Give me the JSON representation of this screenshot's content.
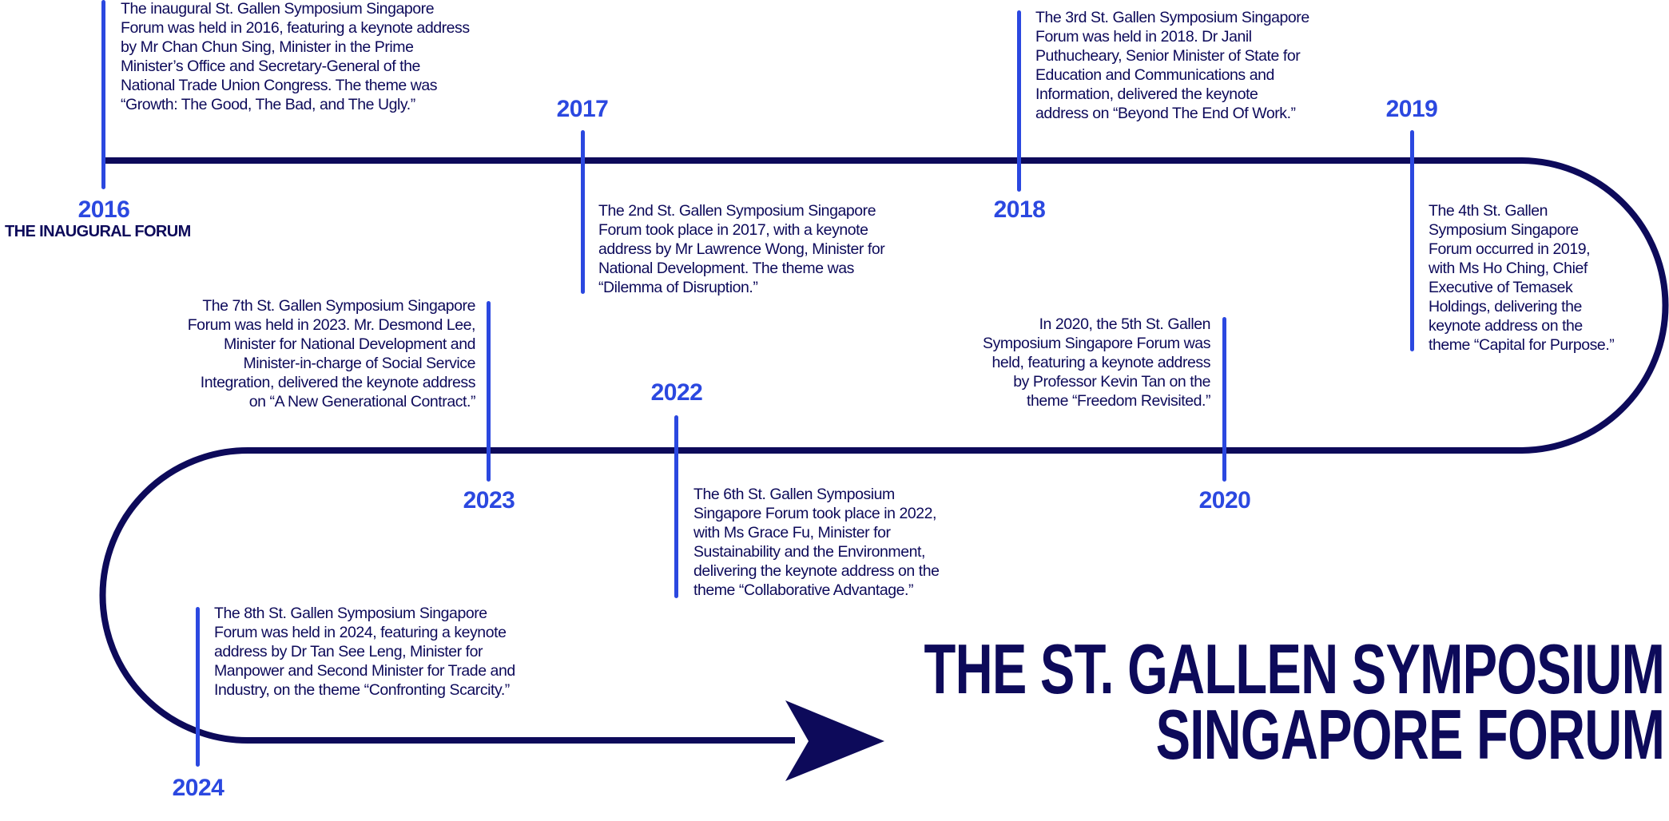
{
  "title": {
    "lines": [
      "THE ST. GALLEN SYMPOSIUM",
      "SINGAPORE FORUM"
    ]
  },
  "colors": {
    "navy": "#0d0a5a",
    "blue": "#2b48e0"
  },
  "events": [
    {
      "year": "2016",
      "subtitle": "THE INAUGURAL FORUM",
      "lines": [
        "The inaugural St. Gallen Symposium Singapore",
        "Forum was held in 2016, featuring a keynote address",
        "by Mr Chan Chun Sing, Minister in the Prime",
        "Minister’s Office and Secretary-General of the",
        "National Trade Union Congress. The theme was",
        "“Growth: The Good, The Bad, and The Ugly.”"
      ]
    },
    {
      "year": "2017",
      "lines": [
        "The 2nd St. Gallen Symposium Singapore",
        "Forum took place in 2017, with a keynote",
        "address by Mr Lawrence Wong, Minister for",
        "National Development. The theme was",
        "“Dilemma of Disruption.”"
      ]
    },
    {
      "year": "2018",
      "lines": [
        "The 3rd St. Gallen Symposium Singapore",
        "Forum was held in 2018. Dr Janil",
        "Puthucheary, Senior Minister of State for",
        "Education and Communications and",
        "Information, delivered the keynote",
        "address on “Beyond The End Of Work.”"
      ]
    },
    {
      "year": "2019",
      "lines": [
        "The 4th St. Gallen",
        "Symposium Singapore",
        "Forum occurred in 2019,",
        "with Ms Ho Ching, Chief",
        "Executive of Temasek",
        "Holdings, delivering the",
        "keynote address on the",
        "theme “Capital for Purpose.”"
      ]
    },
    {
      "year": "2020",
      "lines": [
        "In 2020, the 5th St. Gallen",
        "Symposium Singapore Forum was",
        "held, featuring a keynote address",
        "by Professor Kevin Tan on the",
        "theme “Freedom Revisited.”"
      ]
    },
    {
      "year": "2022",
      "lines": [
        "The 6th St. Gallen Symposium",
        "Singapore Forum took place in 2022,",
        "with Ms Grace Fu, Minister for",
        "Sustainability and the Environment,",
        "delivering the keynote address on the",
        "theme “Collaborative Advantage.”"
      ]
    },
    {
      "year": "2023",
      "lines": [
        "The 7th St. Gallen Symposium Singapore",
        "Forum was held in 2023. Mr. Desmond Lee,",
        "Minister for National Development and",
        "Minister-in-charge of Social Service",
        "Integration, delivered the keynote address",
        "on “A New Generational Contract.”"
      ]
    },
    {
      "year": "2024",
      "lines": [
        "The 8th St. Gallen Symposium Singapore",
        "Forum was held in 2024, featuring a keynote",
        "address by Dr Tan See Leng, Minister for",
        "Manpower and Second Minister for Trade and",
        "Industry, on the theme “Confronting Scarcity.”"
      ]
    }
  ]
}
